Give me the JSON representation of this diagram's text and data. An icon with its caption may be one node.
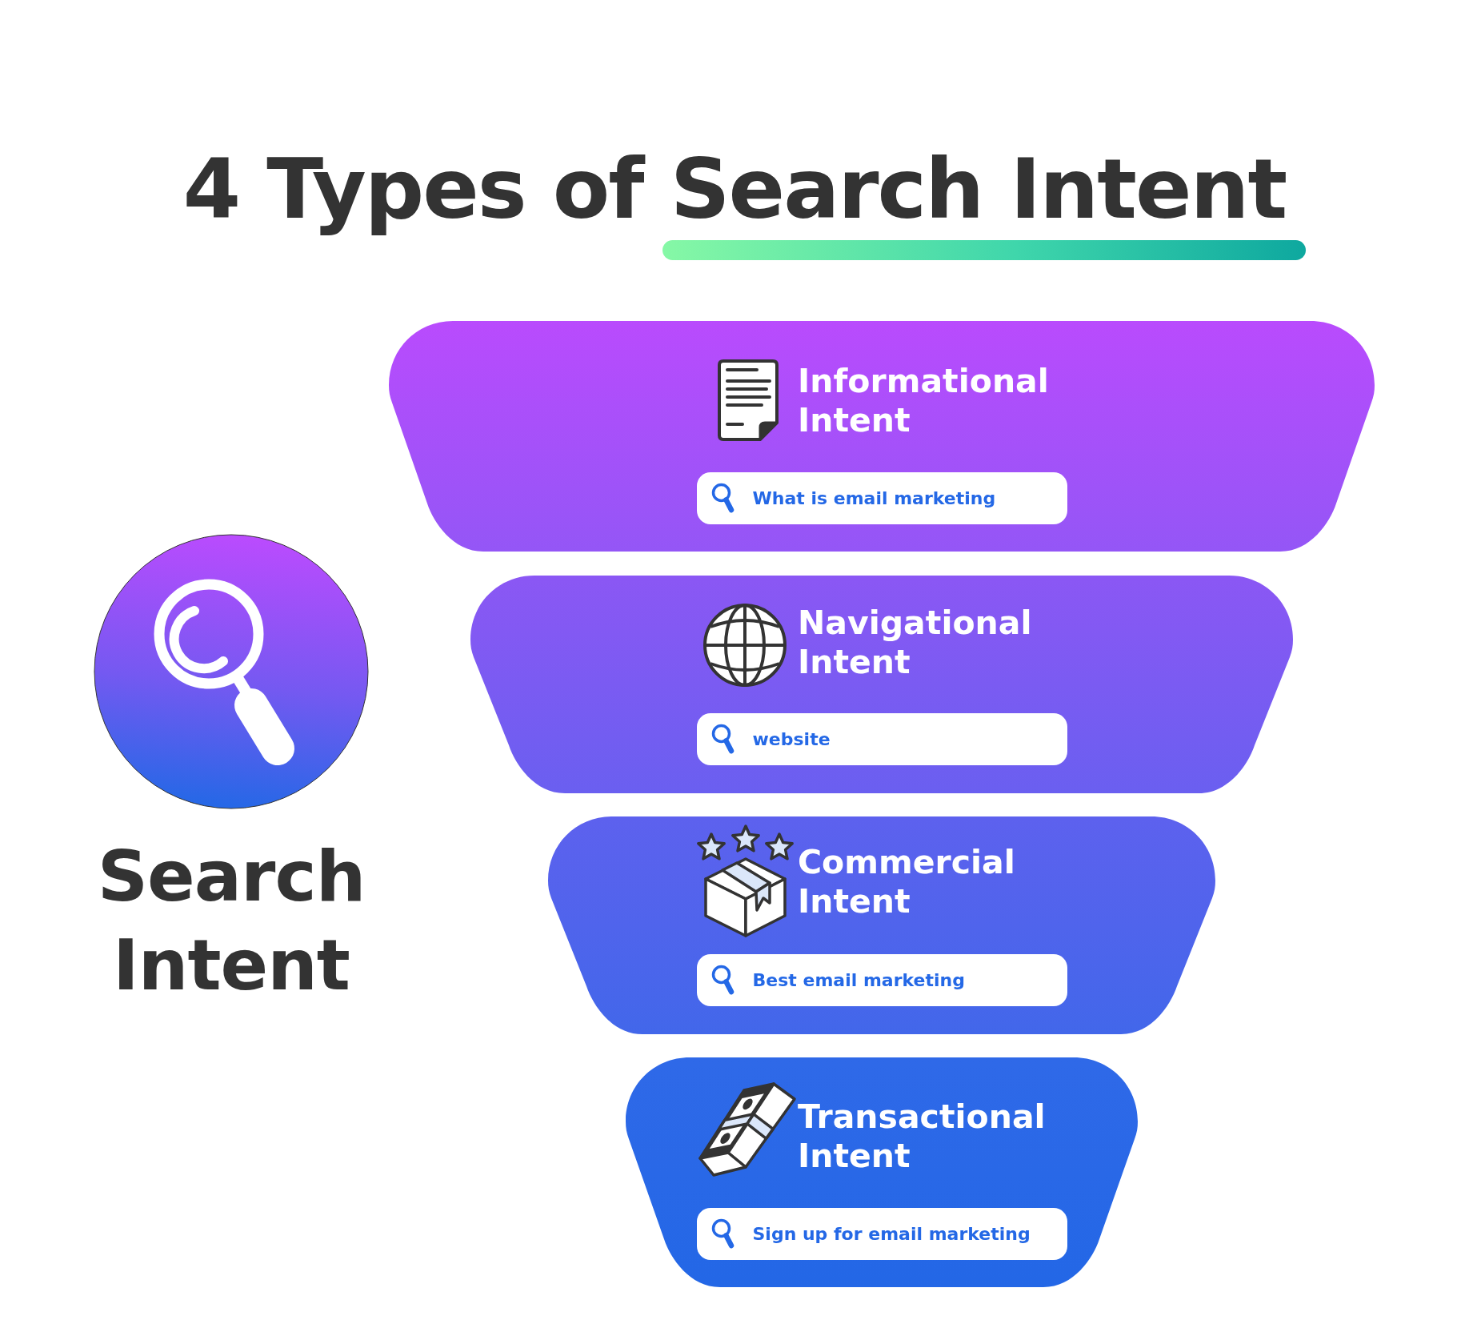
{
  "diagram": {
    "title": "4 Types of Search Intent",
    "nodes": [
      {
        "text": [
          "Search Intent"
        ]
      },
      {
        "text": [
          "Informational Intent"
        ]
      },
      {
        "text": [
          "What is email marketing"
        ],
        "in": 1
      },
      {
        "text": [
          "Navigational Intent"
        ]
      },
      {
        "text": [
          "website"
        ],
        "in": 3
      },
      {
        "text": [
          "Commercial Intent"
        ]
      },
      {
        "text": [
          "Best email marketing"
        ],
        "in": 5
      },
      {
        "text": [
          "Transactional Intent"
        ]
      },
      {
        "text": [
          "Sign up for email marketing"
        ],
        "in": 7
      }
    ]
  }
}
